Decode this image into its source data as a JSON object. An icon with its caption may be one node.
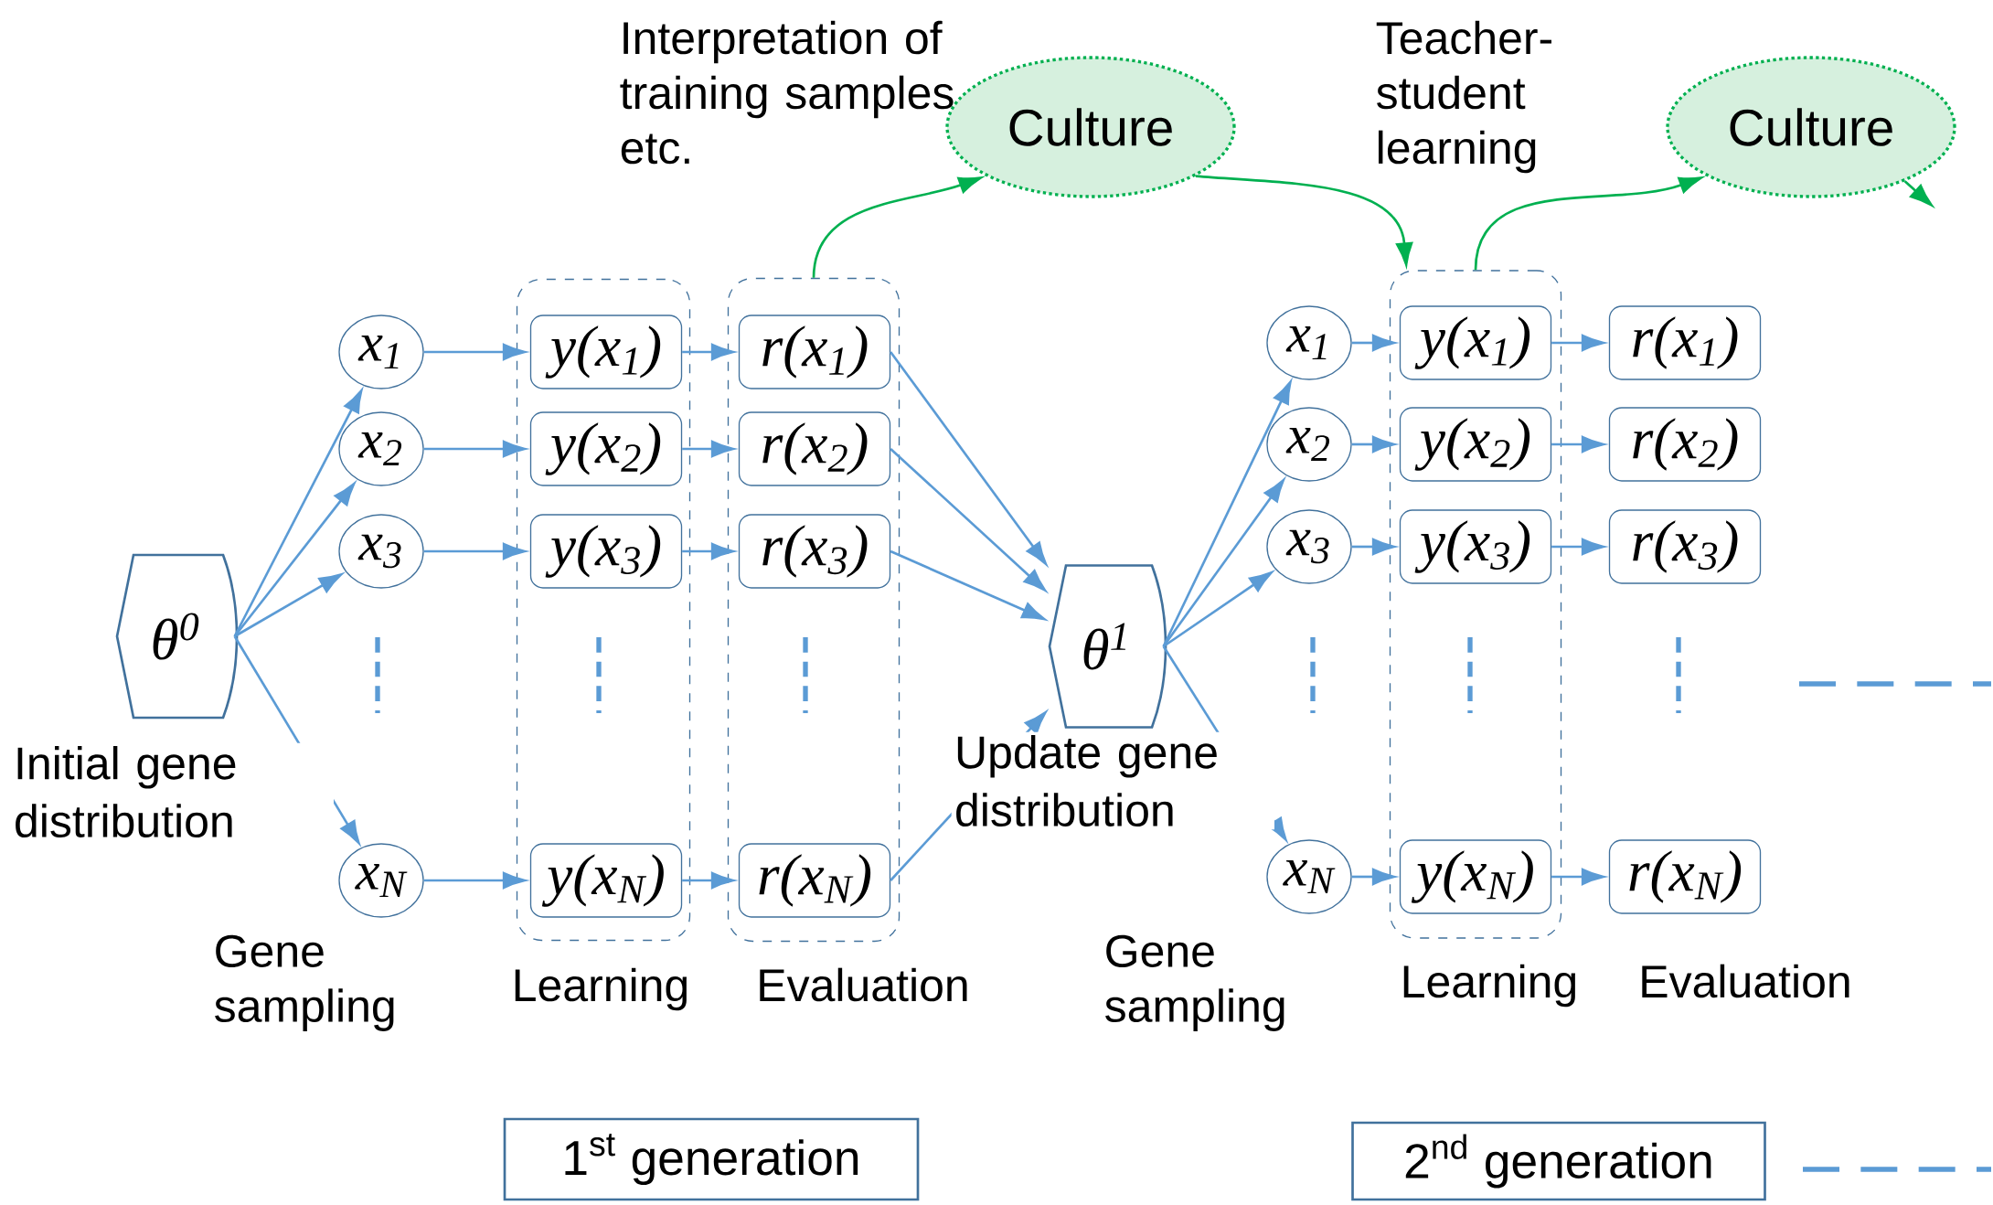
{
  "diagram": {
    "nodes": [
      {
        "text": [
          "θ$^{0}$"
        ],
        "beside": [
          "Initial gene distribution"
        ]
      },
      {
        "text": [
          "x$_{1}$"
        ]
      },
      {
        "text": [
          "x$_{2}$"
        ]
      },
      {
        "text": [
          "x$_{3}$"
        ]
      },
      {
        "text": [
          "x$_{N}$"
        ]
      },
      {
        "text": [],
        "shape": "box"
      },
      {
        "text": [
          "y(x$_{1}$)"
        ],
        "in": 5
      },
      {
        "text": [
          "y(x$_{2}$)"
        ],
        "in": 5
      },
      {
        "text": [
          "y(x$_{3}$)"
        ],
        "in": 5
      },
      {
        "text": [
          "y(x$_{N}$)"
        ],
        "in": 5
      },
      {
        "text": [],
        "shape": "box"
      },
      {
        "text": [
          "r(x$_{1}$)"
        ],
        "in": 10
      },
      {
        "text": [
          "r(x$_{2}$)"
        ],
        "in": 10
      },
      {
        "text": [
          "r(x$_{3}$)"
        ],
        "in": 10
      },
      {
        "text": [
          "r(x$_{N}$)"
        ],
        "in": 10
      },
      {
        "text": [
          "Culture"
        ]
      },
      {
        "text": [
          "θ$^{1}$"
        ],
        "beside": [
          "Update gene distribution"
        ]
      },
      {
        "text": [
          "x$_{1}$"
        ]
      },
      {
        "text": [
          "x$_{2}$"
        ]
      },
      {
        "text": [
          "x$_{3}$"
        ]
      },
      {
        "text": [
          "x$_{N}$"
        ]
      },
      {
        "text": [],
        "shape": "box"
      },
      {
        "text": [
          "y(x$_{1}$)"
        ],
        "in": 21
      },
      {
        "text": [
          "y(x$_{2}$)"
        ],
        "in": 21
      },
      {
        "text": [
          "y(x$_{3}$)"
        ],
        "in": 21
      },
      {
        "text": [
          "y(x$_{N}$)"
        ],
        "in": 21
      },
      {
        "text": [
          "r(x$_{1}$)"
        ]
      },
      {
        "text": [
          "r(x$_{2}$)"
        ]
      },
      {
        "text": [
          "r(x$_{3}$)"
        ]
      },
      {
        "text": [
          "r(x$_{N}$)"
        ]
      },
      {
        "text": [
          "Culture"
        ]
      },
      {
        "text": [
          "1$^{st}$ generation"
        ]
      },
      {
        "text": [
          "2$^{nd}$ generation"
        ]
      }
    ],
    "edges": [
      {
        "from": 0,
        "to": 1,
        "arrow": "to"
      },
      {
        "from": 0,
        "to": 2,
        "arrow": "to"
      },
      {
        "from": 0,
        "to": 3,
        "arrow": "to"
      },
      {
        "from": 0,
        "to": 4,
        "arrow": "to"
      },
      {
        "from": 1,
        "to": 6,
        "arrow": "to"
      },
      {
        "from": 2,
        "to": 7,
        "arrow": "to"
      },
      {
        "from": 3,
        "to": 8,
        "arrow": "to"
      },
      {
        "from": 4,
        "to": 9,
        "arrow": "to"
      },
      {
        "from": 6,
        "to": 11,
        "arrow": "to"
      },
      {
        "from": 7,
        "to": 12,
        "arrow": "to"
      },
      {
        "from": 8,
        "to": 13,
        "arrow": "to"
      },
      {
        "from": 9,
        "to": 14,
        "arrow": "to"
      },
      {
        "from": 11,
        "to": 16,
        "arrow": "to"
      },
      {
        "from": 12,
        "to": 16,
        "arrow": "to"
      },
      {
        "from": 13,
        "to": 16,
        "arrow": "to"
      },
      {
        "from": 14,
        "to": 16,
        "arrow": "to"
      },
      {
        "from": 16,
        "to": 17,
        "arrow": "to"
      },
      {
        "from": 16,
        "to": 18,
        "arrow": "to"
      },
      {
        "from": 16,
        "to": 19,
        "arrow": "to"
      },
      {
        "from": 16,
        "to": 20,
        "arrow": "to"
      },
      {
        "from": 17,
        "to": 22,
        "arrow": "to"
      },
      {
        "from": 18,
        "to": 23,
        "arrow": "to"
      },
      {
        "from": 19,
        "to": 24,
        "arrow": "to"
      },
      {
        "from": 20,
        "to": 25,
        "arrow": "to"
      },
      {
        "from": 22,
        "to": 26,
        "arrow": "to"
      },
      {
        "from": 23,
        "to": 27,
        "arrow": "to"
      },
      {
        "from": 24,
        "to": 28,
        "arrow": "to"
      },
      {
        "from": 25,
        "to": 29,
        "arrow": "to"
      },
      {
        "from": 10,
        "to": 15,
        "arrow": "to",
        "color": "#00b050"
      },
      {
        "from": 15,
        "to": 21,
        "arrow": "to",
        "color": "#00b050"
      },
      {
        "from": 21,
        "to": 30,
        "arrow": "to",
        "color": "#00b050"
      },
      {
        "from": 30,
        "to": null,
        "arrow": "to",
        "color": "#00b050"
      }
    ],
    "labels": [
      "Interpretation of training samples etc.",
      "Teacher-student learning",
      "Gene sampling",
      "Learning",
      "Evaluation",
      "Gene sampling",
      "Learning",
      "Evaluation"
    ]
  }
}
